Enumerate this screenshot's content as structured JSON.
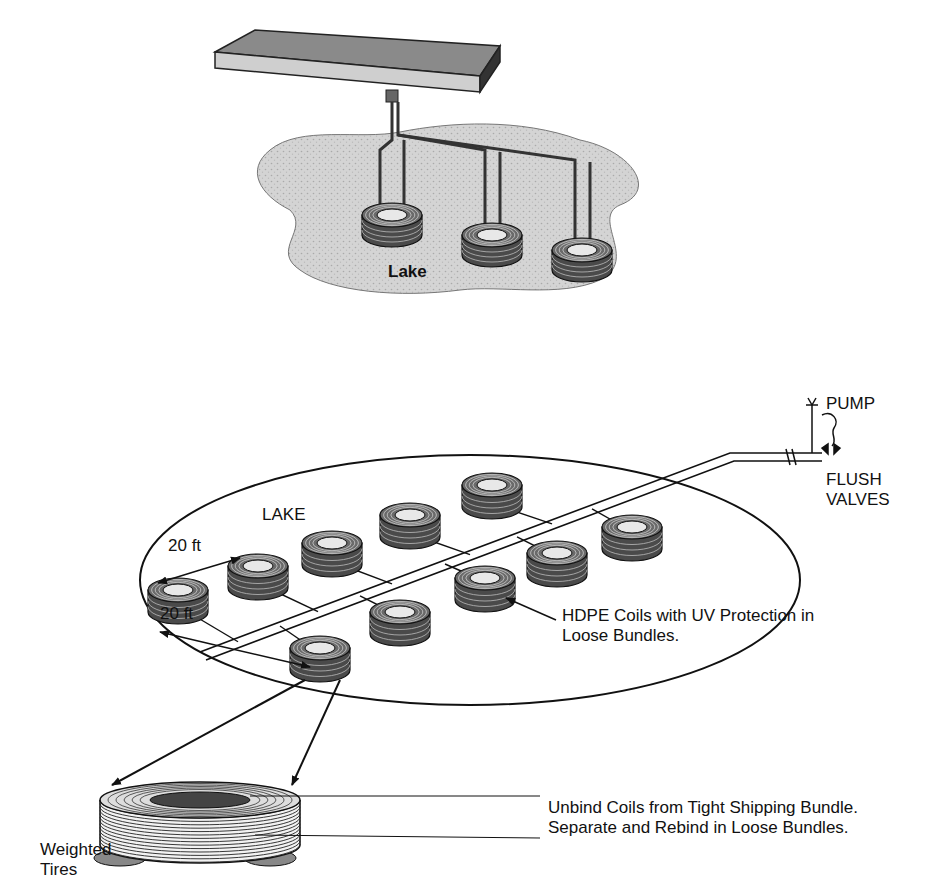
{
  "diagram": {
    "labels": [
      "Lake",
      "LAKE",
      "20 ft",
      "20 ft",
      "PUMP",
      "FLUSH VALVES",
      "HDPE Coils with UV Protection in Loose Bundles.",
      "Unbind Coils from Tight Shipping Bundle. Separate and Rebind in Loose Bundles.",
      "Weighted Tires"
    ]
  }
}
